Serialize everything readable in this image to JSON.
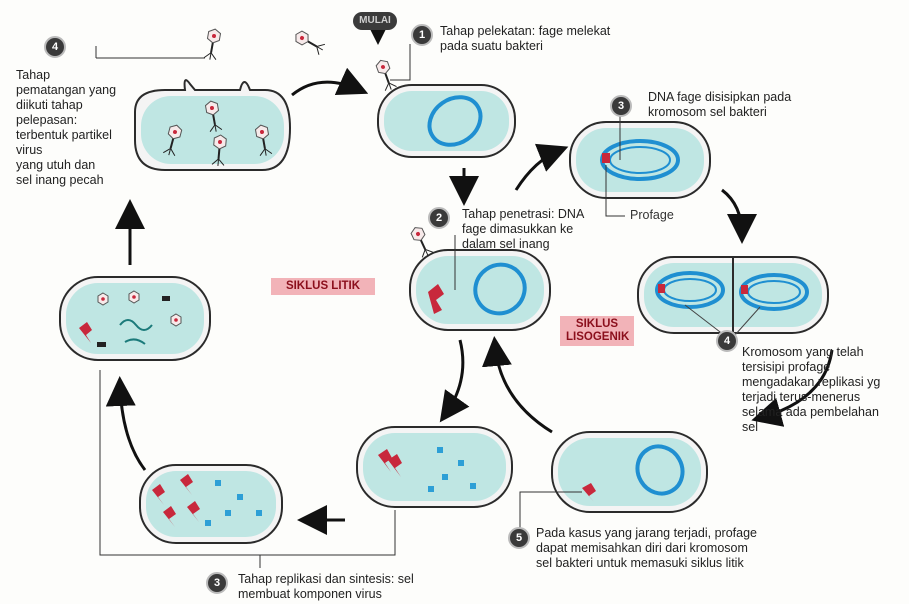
{
  "start_label": "MULAI",
  "steps": {
    "s1": {
      "num": "1",
      "text": "Tahap pelekatan: fage melekat\npada suatu bakteri"
    },
    "s2": {
      "num": "2",
      "text": "Tahap penetrasi: DNA\nfage dimasukkan ke\ndalam sel inang"
    },
    "s3_lytic": {
      "num": "3",
      "text": "Tahap replikasi dan sintesis: sel\nmembuat komponen virus"
    },
    "s4_lytic": {
      "num": "4",
      "text": "Tahap\npematangan yang\ndiikuti tahap\npelepasan:\nterbentuk partikel\nvirus\nyang utuh dan\nsel inang pecah"
    },
    "s3_lyso": {
      "num": "3",
      "text": "DNA fage disisipkan pada\nkromosom sel bakteri"
    },
    "s4_lyso": {
      "num": "4",
      "text": "Kromosom yang telah\ntersisipi profage\nmengadakan replikasi yg\nterjadi terus-menerus\nselama ada pembelahan\nsel"
    },
    "s5": {
      "num": "5",
      "text": "Pada kasus yang jarang terjadi, profage\ndapat memisahkan diri dari kromosom\nsel bakteri untuk memasuki siklus litik"
    }
  },
  "profage_label": "Profage",
  "cycles": {
    "lytic": "SIKLUS LITIK",
    "lysogenic": "SIKLUS\nLISOGENIK"
  },
  "colors": {
    "cell_fill": "#bfe6e3",
    "cell_edge": "#2b2b2b",
    "dna": "#1f8fd1",
    "phage_dna": "#c8283c",
    "tag_bg": "#f2b3b8",
    "tag_text": "#8b0f1c"
  }
}
